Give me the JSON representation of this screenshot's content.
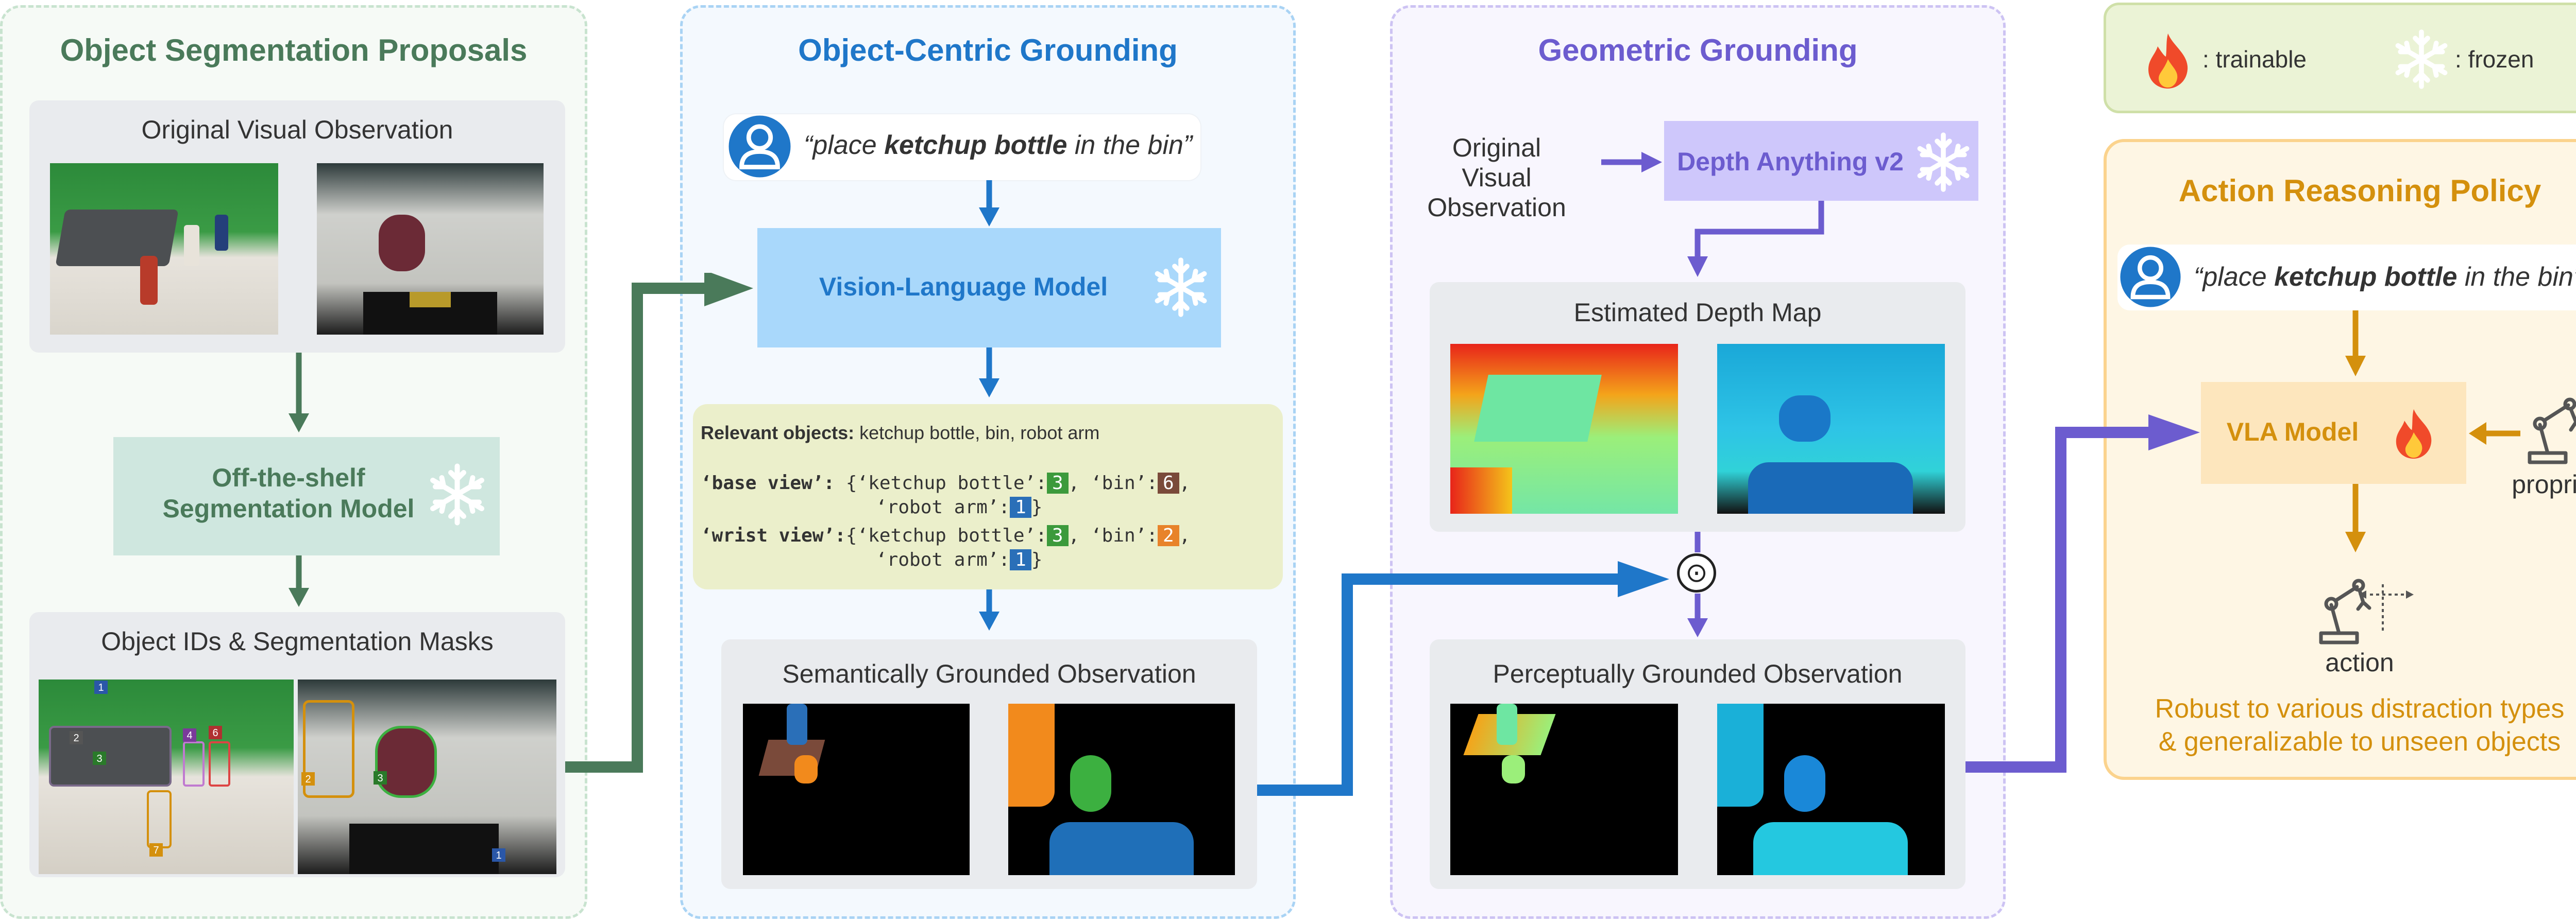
{
  "colors": {
    "green": "#4a7a5a",
    "blue": "#1f77c9",
    "purple": "#6c5ccf",
    "orange": "#d4900d",
    "vlm_box": "#a9d8fb",
    "seg_box": "#cfe7df",
    "depth_box": "#cec7fb",
    "vla_box": "#fde6bd"
  },
  "legend": {
    "trainable": ": trainable",
    "frozen": ": frozen"
  },
  "panel1": {
    "title": "Object Segmentation Proposals",
    "obs_title": "Original Visual Observation",
    "model": "Off-the-shelf Segmentation Model",
    "masks_title": "Object IDs & Segmentation Masks",
    "mask_ids": [
      "1",
      "2",
      "3",
      "4",
      "6",
      "7",
      "3",
      "2",
      "1"
    ]
  },
  "panel2": {
    "title": "Object-Centric Grounding",
    "instruction_quote_open": "“place ",
    "instruction_bold": "ketchup bottle",
    "instruction_rest": " in the bin”",
    "vlm": "Vision-Language Model",
    "relevant_label": "Relevant objects:",
    "relevant_text": " ketchup bottle, bin, robot arm",
    "base_key": "‘base view’:",
    "wrist_key": "‘wrist view’:",
    "brace_open": "{",
    "brace_close": "}",
    "sep": ", ",
    "kb": "‘ketchup bottle’:",
    "bin": "‘bin’:",
    "arm": "‘robot arm’:",
    "base_ids": [
      "3",
      "6",
      "1"
    ],
    "wrist_ids": [
      "3",
      "2",
      "1"
    ],
    "grounded_title": "Semantically Grounded Observation"
  },
  "panel3": {
    "title": "Geometric Grounding",
    "obs_label_1": "Original Visual",
    "obs_label_2": "Observation",
    "depth_model": "Depth Anything v2",
    "depth_map_title": "Estimated Depth Map",
    "odot": "⊙",
    "perceptual_title": "Perceptually Grounded Observation"
  },
  "panel4": {
    "title": "Action Reasoning Policy",
    "instruction_quote_open": "“place ",
    "instruction_bold": "ketchup bottle",
    "instruction_rest": " in the bin”",
    "vla": "VLA Model",
    "proprio": "proprio.",
    "action": "action",
    "footer_1": "Robust to various distraction types",
    "footer_2": "& generalizable to unseen objects"
  }
}
